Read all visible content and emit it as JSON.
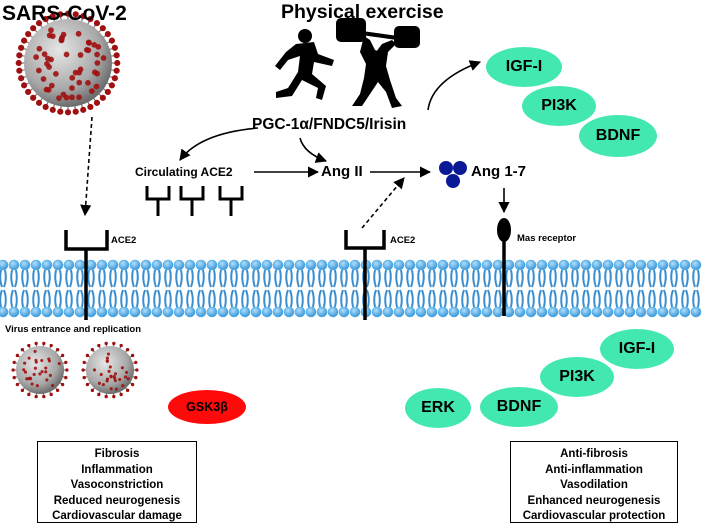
{
  "title_left": "SARS-CoV-2",
  "title_center": "Physical exercise",
  "pgc_label": "PGC-1α/FNDC5/Irisin",
  "circulating_label": "Circulating ACE2",
  "ang2_label": "Ang II",
  "ang17_label": "Ang 1-7",
  "ace2_left_label": "ACE2",
  "ace2_right_label": "ACE2",
  "mas_label": "Mas receptor",
  "virus_label": "Virus entrance and replication",
  "top_factors": [
    "IGF-I",
    "PI3K",
    "BDNF"
  ],
  "bottom_factors": [
    "IGF-I",
    "PI3K",
    "BDNF",
    "ERK"
  ],
  "gsk_label": "GSK3β",
  "left_box": [
    "Fibrosis",
    "Inflammation",
    "Vasoconstriction",
    "Reduced neurogenesis",
    "Cardiovascular damage"
  ],
  "right_box": [
    "Anti-fibrosis",
    "Anti-inflammation",
    "Vasodilation",
    "Enhanced neurogenesis",
    "Cardiovascular protection"
  ],
  "colors": {
    "factor_fill": "#43e8b0",
    "gsk_fill": "#ff0a0a",
    "ang17_balls": "#0a1a96",
    "membrane_head": "#4fb0e6",
    "membrane_tail": "#3a8ed0",
    "virus_body": "#b8b8b8",
    "virus_spike": "#a01010"
  },
  "icons": [
    "virus-icon",
    "runner-icon",
    "weightlifter-icon",
    "receptor-icon",
    "membrane"
  ]
}
